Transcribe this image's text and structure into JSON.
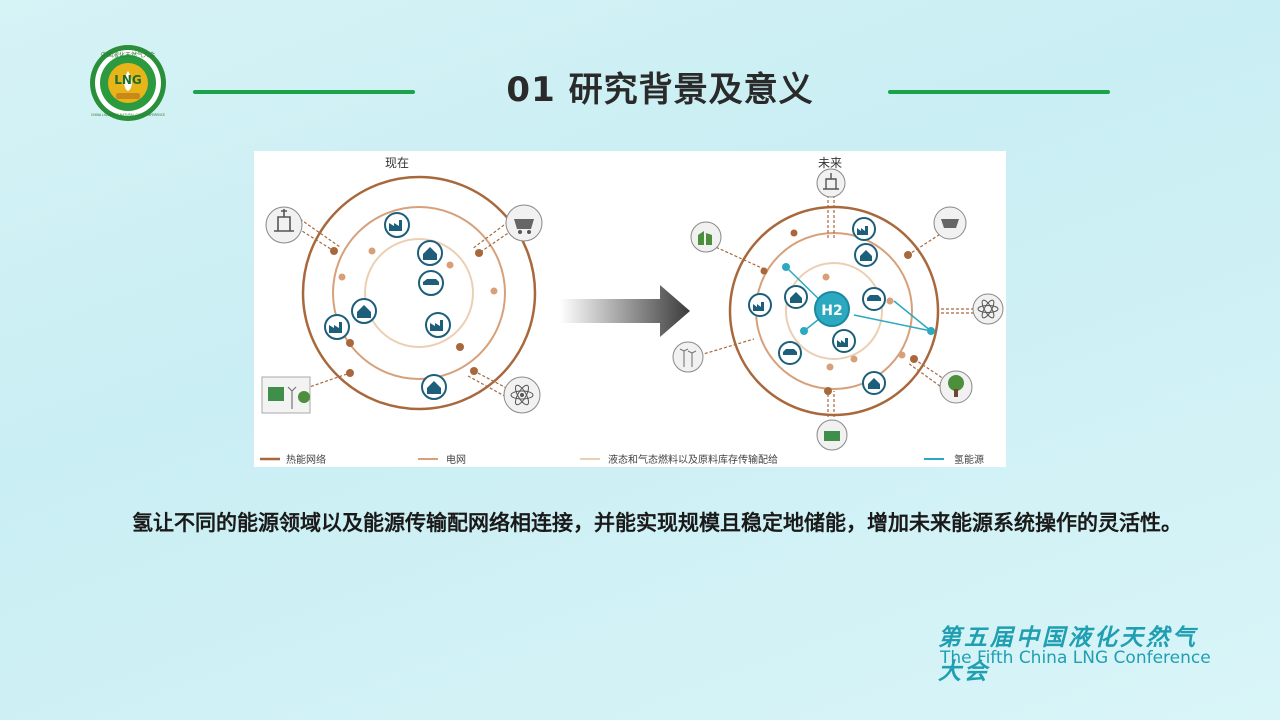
{
  "header": {
    "title": "01 研究背景及意义",
    "logo": {
      "text": "LNG",
      "ring_text": "中国液化天然气大会",
      "ring_text_en": "CHINA LIQUEFIED NATURAL GAS CONFERENCE"
    }
  },
  "figure": {
    "left_title": "现在",
    "right_title": "未来",
    "center_label": "H2",
    "legend": [
      {
        "label": "热能网络",
        "color": "#a8683c"
      },
      {
        "label": "电网",
        "color": "#d7a07a"
      },
      {
        "label": "液态和气态燃料以及原料库存传输配给",
        "color": "#eccfb3"
      },
      {
        "label": "氢能源",
        "color": "#2aa9c0"
      }
    ],
    "icons": [
      "oil-rig-icon",
      "mine-cart-icon",
      "factory-icon",
      "house-icon",
      "car-icon",
      "atom-icon",
      "solar-wind-icon",
      "tree-icon",
      "wind-turbine-icon",
      "chart-icon",
      "hydrogen-icon"
    ]
  },
  "body": {
    "paragraph": "氢让不同的能源领域以及能源传输配网络相连接，并能实现规模且稳定地储能，增加未来能源系统操作的灵活性。"
  },
  "footer": {
    "conference_cn": "第五届中国液化天然气大会",
    "conference_en": "The Fifth China LNG Conference"
  },
  "colors": {
    "accent_green": "#1aa34a",
    "brand_teal": "#1f9fb1",
    "heat": "#a8683c",
    "grid": "#d7a07a",
    "fuel": "#eccfb3",
    "hydrogen": "#2aa9c0"
  }
}
